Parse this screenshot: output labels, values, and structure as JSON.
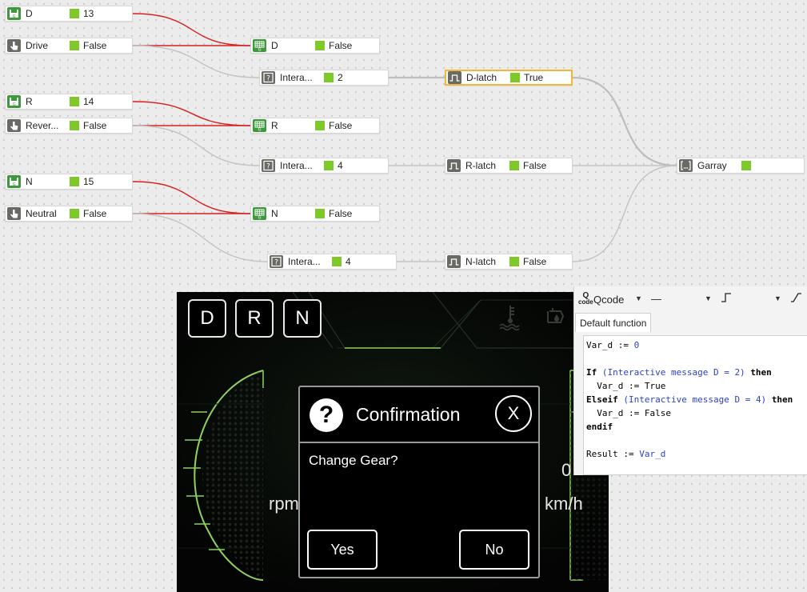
{
  "graph": {
    "nodes": {
      "n_d_var": {
        "label": "D",
        "value": "13",
        "icon": "save-register-icon"
      },
      "n_drive": {
        "label": "Drive",
        "value": "False",
        "icon": "touch-icon"
      },
      "n_d_io": {
        "label": "D",
        "value": "False",
        "icon": "keypad-io-icon"
      },
      "n_int1": {
        "label": "Intera...",
        "value": "2",
        "icon": "question-message-icon"
      },
      "n_dlatch": {
        "label": "D-latch",
        "value": "True",
        "icon": "pulse-latch-icon"
      },
      "n_r_var": {
        "label": "R",
        "value": "14",
        "icon": "save-register-icon"
      },
      "n_reverse": {
        "label": "Rever...",
        "value": "False",
        "icon": "touch-icon"
      },
      "n_r_io": {
        "label": "R",
        "value": "False",
        "icon": "keypad-io-icon"
      },
      "n_int2": {
        "label": "Intera...",
        "value": "4",
        "icon": "question-message-icon"
      },
      "n_rlatch": {
        "label": "R-latch",
        "value": "False",
        "icon": "pulse-latch-icon"
      },
      "n_garray": {
        "label": "Garray",
        "value": "",
        "icon": "array-icon"
      },
      "n_n_var": {
        "label": "N",
        "value": "15",
        "icon": "save-register-icon"
      },
      "n_neutral": {
        "label": "Neutral",
        "value": "False",
        "icon": "touch-icon"
      },
      "n_n_io": {
        "label": "N",
        "value": "False",
        "icon": "keypad-io-icon"
      },
      "n_int3": {
        "label": "Intera...",
        "value": "4",
        "icon": "question-message-icon"
      },
      "n_nlatch": {
        "label": "N-latch",
        "value": "False",
        "icon": "pulse-latch-icon"
      }
    },
    "colors": {
      "active_wire": "#d62020",
      "idle_wire": "#c3c3c3",
      "status_green": "#7dc928",
      "selected_border": "#f0b73a"
    }
  },
  "hmi": {
    "gears": [
      "D",
      "R",
      "N"
    ],
    "speed_value": "0",
    "rpm_label": "rpm",
    "speed_unit": "km/h",
    "status_icons": [
      "coolant-temperature-icon",
      "oil-can-icon"
    ],
    "dialog": {
      "title": "Confirmation",
      "message": "Change Gear?",
      "close_label": "X",
      "yes_label": "Yes",
      "no_label": "No"
    }
  },
  "qcode_panel": {
    "logo_top": "Q",
    "logo_bottom": "code",
    "language": "Qcode",
    "dropdown1": "—",
    "tab": "Default function",
    "code": {
      "l1": "Var_d := ",
      "l1_num": "0",
      "l3_kw": "If",
      "l3_cond": "(Interactive message D = 2)",
      "l3_then": "then",
      "l4": "  Var_d := True",
      "l5_kw": "Elseif",
      "l5_cond": "(Interactive message D = 4)",
      "l5_then": "then",
      "l6": "  Var_d := False",
      "l7": "endif",
      "l9": "Result := ",
      "l9_var": "Var_d"
    }
  }
}
